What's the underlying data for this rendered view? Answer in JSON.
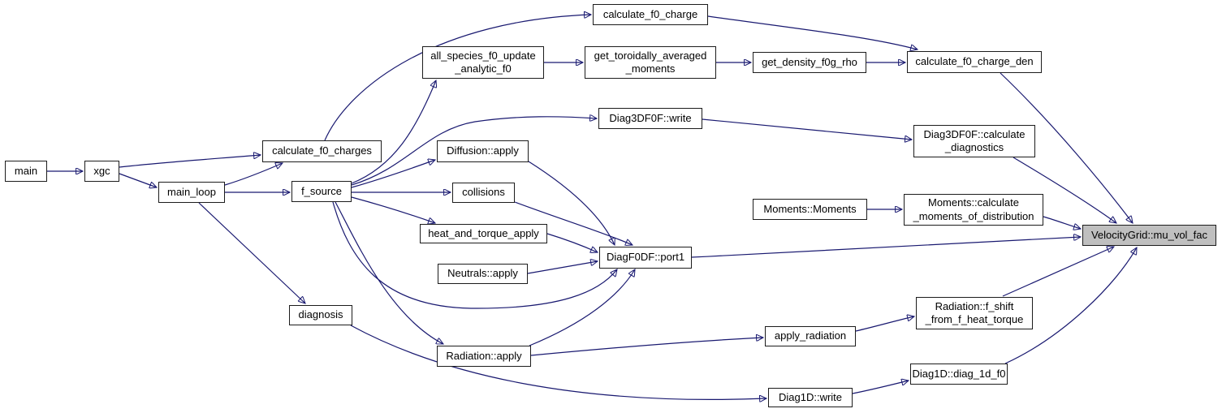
{
  "graph": {
    "type": "call-graph",
    "highlighted_node": "VelocityGrid::mu_vol_fac",
    "colors": {
      "background": "#ffffff",
      "node_fill": "#ffffff",
      "node_border": "#1c1c1c",
      "highlight_fill": "#bfbfbf",
      "edge": "#191970"
    }
  },
  "nodes": {
    "main": {
      "label": "main"
    },
    "xgc": {
      "label": "xgc"
    },
    "main_loop": {
      "label": "main_loop"
    },
    "calculate_f0_charges": {
      "label": "calculate_f0_charges"
    },
    "f_source": {
      "label": "f_source"
    },
    "calculate_f0_charge": {
      "label": "calculate_f0_charge"
    },
    "all_species_f0_update_analytic_f0": {
      "label": "all_species_f0_update\n_analytic_f0"
    },
    "get_toroidally_averaged_moments": {
      "label": "get_toroidally_averaged\n_moments"
    },
    "get_density_f0g_rho": {
      "label": "get_density_f0g_rho"
    },
    "calculate_f0_charge_den": {
      "label": "calculate_f0_charge_den"
    },
    "diag3df0f_write": {
      "label": "Diag3DF0F::write"
    },
    "diag3df0f_calculate_diagnostics": {
      "label": "Diag3DF0F::calculate\n_diagnostics"
    },
    "diffusion_apply": {
      "label": "Diffusion::apply"
    },
    "collisions": {
      "label": "collisions"
    },
    "heat_and_torque_apply": {
      "label": "heat_and_torque_apply"
    },
    "neutrals_apply": {
      "label": "Neutrals::apply"
    },
    "diagf0df_port1": {
      "label": "DiagF0DF::port1"
    },
    "moments_moments": {
      "label": "Moments::Moments"
    },
    "moments_calculate_moments_of_distribution": {
      "label": "Moments::calculate\n_moments_of_distribution"
    },
    "velocitygrid_mu_vol_fac": {
      "label": "VelocityGrid::mu_vol_fac"
    },
    "diagnosis": {
      "label": "diagnosis"
    },
    "radiation_apply": {
      "label": "Radiation::apply"
    },
    "apply_radiation": {
      "label": "apply_radiation"
    },
    "radiation_f_shift_from_f_heat_torque": {
      "label": "Radiation::f_shift\n_from_f_heat_torque"
    },
    "diag1d_diag_1d_f0": {
      "label": "Diag1D::diag_1d_f0"
    },
    "diag1d_write": {
      "label": "Diag1D::write"
    }
  },
  "edges": [
    {
      "from": "main",
      "to": "xgc"
    },
    {
      "from": "xgc",
      "to": "main_loop"
    },
    {
      "from": "xgc",
      "to": "calculate_f0_charges"
    },
    {
      "from": "main_loop",
      "to": "calculate_f0_charges"
    },
    {
      "from": "main_loop",
      "to": "f_source"
    },
    {
      "from": "main_loop",
      "to": "diagnosis"
    },
    {
      "from": "calculate_f0_charges",
      "to": "calculate_f0_charge"
    },
    {
      "from": "calculate_f0_charge",
      "to": "calculate_f0_charge_den"
    },
    {
      "from": "f_source",
      "to": "all_species_f0_update_analytic_f0"
    },
    {
      "from": "f_source",
      "to": "diag3df0f_write"
    },
    {
      "from": "f_source",
      "to": "diffusion_apply"
    },
    {
      "from": "f_source",
      "to": "collisions"
    },
    {
      "from": "f_source",
      "to": "heat_and_torque_apply"
    },
    {
      "from": "f_source",
      "to": "diagf0df_port1"
    },
    {
      "from": "f_source",
      "to": "radiation_apply"
    },
    {
      "from": "all_species_f0_update_analytic_f0",
      "to": "get_toroidally_averaged_moments"
    },
    {
      "from": "get_toroidally_averaged_moments",
      "to": "get_density_f0g_rho"
    },
    {
      "from": "get_density_f0g_rho",
      "to": "calculate_f0_charge_den"
    },
    {
      "from": "calculate_f0_charge_den",
      "to": "velocitygrid_mu_vol_fac"
    },
    {
      "from": "diag3df0f_write",
      "to": "diag3df0f_calculate_diagnostics"
    },
    {
      "from": "diag3df0f_calculate_diagnostics",
      "to": "velocitygrid_mu_vol_fac"
    },
    {
      "from": "diffusion_apply",
      "to": "diagf0df_port1"
    },
    {
      "from": "collisions",
      "to": "diagf0df_port1"
    },
    {
      "from": "heat_and_torque_apply",
      "to": "diagf0df_port1"
    },
    {
      "from": "neutrals_apply",
      "to": "diagf0df_port1"
    },
    {
      "from": "radiation_apply",
      "to": "diagf0df_port1"
    },
    {
      "from": "radiation_apply",
      "to": "apply_radiation"
    },
    {
      "from": "diagf0df_port1",
      "to": "velocitygrid_mu_vol_fac"
    },
    {
      "from": "moments_moments",
      "to": "moments_calculate_moments_of_distribution"
    },
    {
      "from": "moments_calculate_moments_of_distribution",
      "to": "velocitygrid_mu_vol_fac"
    },
    {
      "from": "apply_radiation",
      "to": "radiation_f_shift_from_f_heat_torque"
    },
    {
      "from": "radiation_f_shift_from_f_heat_torque",
      "to": "velocitygrid_mu_vol_fac"
    },
    {
      "from": "diagnosis",
      "to": "diag1d_write"
    },
    {
      "from": "diag1d_write",
      "to": "diag1d_diag_1d_f0"
    },
    {
      "from": "diag1d_diag_1d_f0",
      "to": "velocitygrid_mu_vol_fac"
    }
  ]
}
